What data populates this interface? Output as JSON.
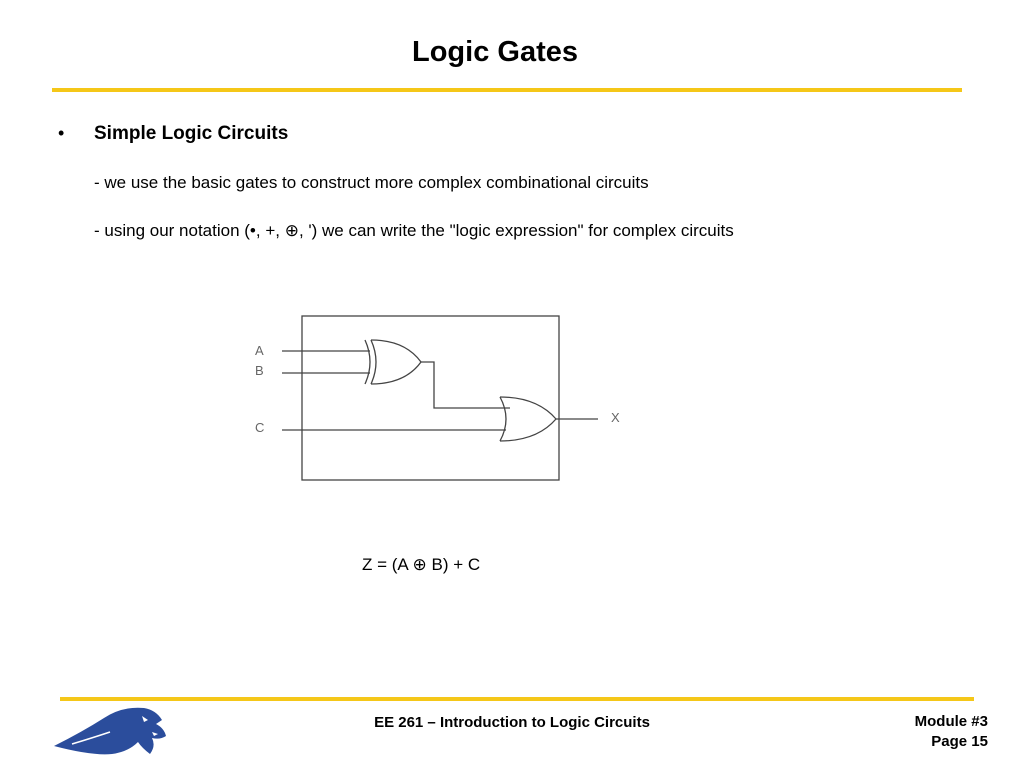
{
  "slide": {
    "title": "Logic Gates",
    "bullet_symbol": "•",
    "heading": "Simple Logic Circuits",
    "lines": [
      "- we use the basic gates to construct more complex combinational circuits",
      "- using our notation (•, +, ⊕, ') we can write the \"logic expression\" for complex circuits"
    ],
    "diagram": {
      "inputs": [
        "A",
        "B",
        "C"
      ],
      "output": "X"
    },
    "equation": "Z = (A ⊕ B) + C"
  },
  "footer": {
    "course": "EE 261 – Introduction to Logic Circuits",
    "module": "Module #3",
    "page": "Page 15"
  },
  "colors": {
    "accent": "#F5C718",
    "logo": "#2B4D9C"
  },
  "icons": {
    "logo": "bobcat-logo-icon"
  }
}
